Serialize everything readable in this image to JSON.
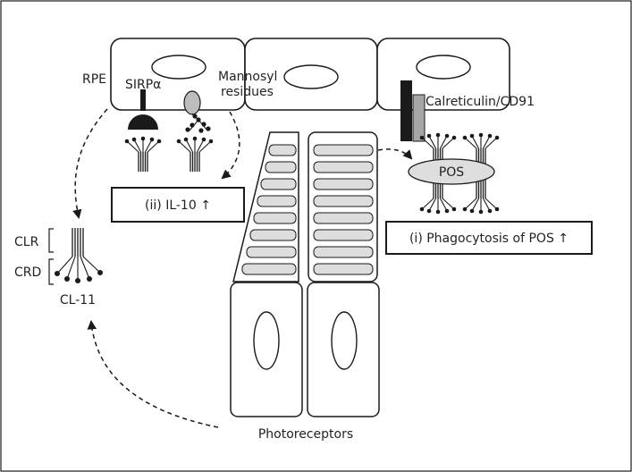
{
  "labels": {
    "rpe": "RPE",
    "sirpa": "SIRPα",
    "mannosyl": [
      "Mannosyl",
      "residues"
    ],
    "calreticulin": "Calreticulin/CD91",
    "pos": "POS",
    "il10": "(ii) IL-10 ↑",
    "phagocytosis": "(i) Phagocytosis of POS ↑",
    "clr": "CLR",
    "crd": "CRD",
    "cl11": "CL-11",
    "photoreceptors": "Photoreceptors"
  },
  "colors": {
    "line": "#1a1a1a",
    "disc_fill": "#dddddd",
    "receptor_dark": "#1a1a1a",
    "receptor_grey": "#a6a6a6",
    "pos_fill": "#dedede"
  }
}
